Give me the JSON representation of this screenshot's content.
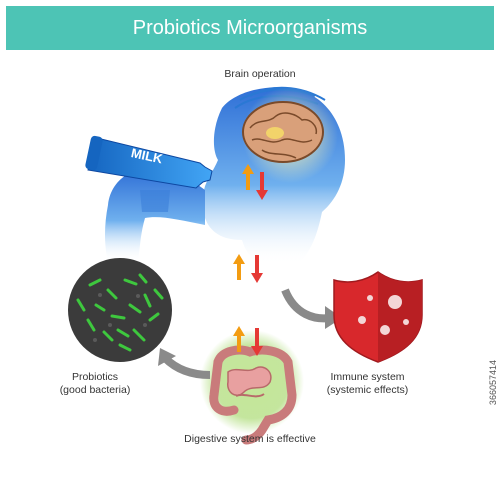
{
  "title": "Probiotics Microorganisms",
  "labels": {
    "brain": "Brain operation",
    "probiotics_line1": "Probiotics",
    "probiotics_line2": "(good bacteria)",
    "immune_line1": "Immune system",
    "immune_line2": "(systemic effects)",
    "digestive": "Digestive system is effective"
  },
  "bottle_text": "MILK",
  "stock_id": "366057414",
  "colors": {
    "banner": "#4dc4b5",
    "body_gradient_top": "#2f6fd6",
    "body_gradient_bottom": "#ffffff",
    "bottle": "#1e88e5",
    "brain": "#d9a07a",
    "shield": "#d8282c",
    "arrow_up": "#f39c12",
    "arrow_down": "#e53935",
    "curved_arrow": "#8a8a8a",
    "bacteria_circle": "#3b3b3b",
    "bacteria": "#3ec83e",
    "intestine_glow": "#a8d77a",
    "intestine": "#e8a0a0"
  }
}
